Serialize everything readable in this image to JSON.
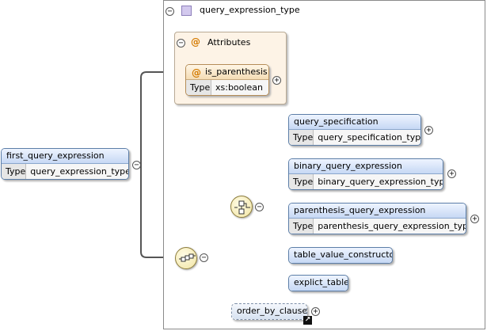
{
  "complex_type": {
    "name": "query_expression_type"
  },
  "attributes_group": {
    "title": "Attributes",
    "attribute": {
      "name": "is_parenthesis",
      "type_label": "Type",
      "type_value": "xs:boolean"
    }
  },
  "root_element": {
    "name": "first_query_expression",
    "type_label": "Type",
    "type_value": "query_expression_type"
  },
  "choice_elements": [
    {
      "name": "query_specification",
      "type_label": "Type",
      "type_value": "query_specification_type"
    },
    {
      "name": "binary_query_expression",
      "type_label": "Type",
      "type_value": "binary_query_expression_type"
    },
    {
      "name": "parenthesis_query_expression",
      "type_label": "Type",
      "type_value": "parenthesis_query_expression_type"
    },
    {
      "name": "table_value_constructor"
    },
    {
      "name": "explict_table"
    }
  ],
  "optional_element": {
    "name": "order_by_clause"
  },
  "symbols": {
    "collapse": "−",
    "expand": "+",
    "attribute_marker": "@",
    "reference_arrow": "↗"
  },
  "colors": {
    "element_header_top": "#eef4ff",
    "element_header_bottom": "#c6d8f4",
    "element_border": "#5c7ea8",
    "attribute_group_bg": "#fdf3e6",
    "compositor_fill": "#f1e5a4",
    "complex_type_icon": "#d3c9ee"
  }
}
